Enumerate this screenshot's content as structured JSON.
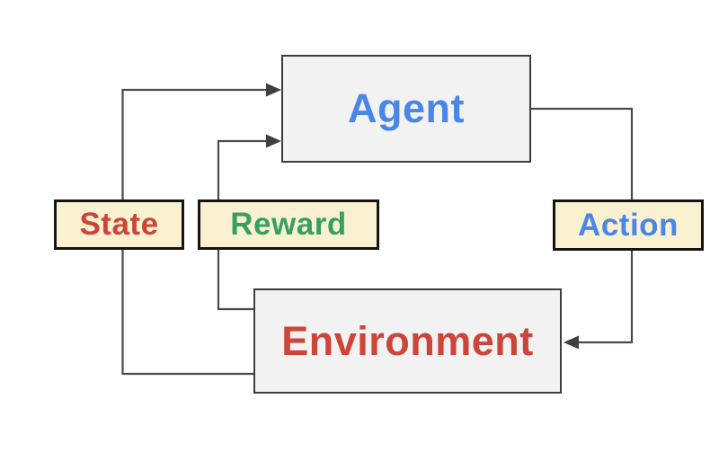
{
  "nodes": {
    "agent": {
      "label": "Agent",
      "text_color": "#4a86e8",
      "fill": "#f2f2f2",
      "border": "#3d3d3d"
    },
    "environment": {
      "label": "Environment",
      "text_color": "#cc4538",
      "fill": "#f2f2f2",
      "border": "#3d3d3d"
    }
  },
  "labels": {
    "state": {
      "label": "State",
      "text_color": "#cc4538",
      "fill": "#faf1d1",
      "border": "#141414"
    },
    "reward": {
      "label": "Reward",
      "text_color": "#38a05f",
      "fill": "#faf1d1",
      "border": "#141414"
    },
    "action": {
      "label": "Action",
      "text_color": "#4a86e8",
      "fill": "#faf1d1",
      "border": "#141414"
    }
  },
  "edges": [
    {
      "name": "state-edge",
      "from": "Environment",
      "to": "Agent",
      "via": "State",
      "direction": "arrow-into-agent-top"
    },
    {
      "name": "reward-edge",
      "from": "Environment",
      "to": "Agent",
      "via": "Reward",
      "direction": "arrow-into-agent-bottom"
    },
    {
      "name": "action-edge",
      "from": "Agent",
      "to": "Environment",
      "via": "Action",
      "direction": "arrow-into-environment"
    }
  ],
  "colors": {
    "background": "#ffffff",
    "line": "#4a4a4a",
    "arrowhead": "#3f3f3f"
  }
}
